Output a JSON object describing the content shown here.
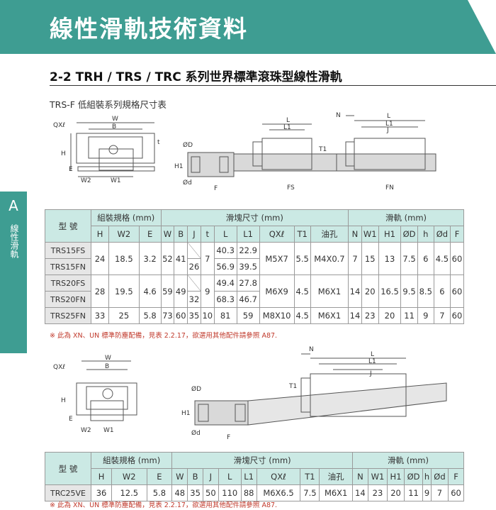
{
  "banner": {
    "title": "線性滑軌技術資料"
  },
  "section": {
    "title": "2-2 TRH / TRS / TRC 系列世界標準滾珠型線性滑軌"
  },
  "subsection": {
    "title": "TRS-F 低組裝系列規格尺寸表"
  },
  "side_tab": {
    "letter": "A",
    "text": "線性滑軌"
  },
  "drawing1": {
    "labels": {
      "qxl": "QXℓ",
      "w": "W",
      "b": "B",
      "t": "t",
      "h": "H",
      "e": "E",
      "w2": "W2",
      "w1": "W1",
      "od": "ØD",
      "h1": "H1",
      "odsmall": "Ød",
      "f": "F",
      "n": "N",
      "l": "L",
      "l1": "L1",
      "j": "J",
      "t1": "T1",
      "fs": "FS",
      "fn": "FN"
    }
  },
  "table1": {
    "group_headers": {
      "model": "型 號",
      "assembly": "組裝規格 (mm)",
      "block": "滑塊尺寸 (mm)",
      "rail": "滑軌 (mm)"
    },
    "col_headers": [
      "H",
      "W2",
      "E",
      "W",
      "B",
      "J",
      "t",
      "L",
      "L1",
      "QXℓ",
      "T1",
      "油孔",
      "N",
      "W1",
      "H1",
      "ØD",
      "h",
      "Ød",
      "F"
    ],
    "rows": [
      {
        "models": [
          "TRS15FS",
          "TRS15FN"
        ],
        "H": "24",
        "W2": "18.5",
        "E": "3.2",
        "W": "52",
        "B": "41",
        "J": "26",
        "t": "7",
        "L": [
          "40.3",
          "56.9"
        ],
        "L1": [
          "22.9",
          "39.5"
        ],
        "QXl": "M5X7",
        "T1": "5.5",
        "oil": "M4X0.7",
        "N": "7",
        "W1": "15",
        "H1": "13",
        "OD": "7.5",
        "h": "6",
        "Od": "4.5",
        "F": "60"
      },
      {
        "models": [
          "TRS20FS",
          "TRS20FN"
        ],
        "H": "28",
        "W2": "19.5",
        "E": "4.6",
        "W": "59",
        "B": "49",
        "J": "32",
        "t": "9",
        "L": [
          "49.4",
          "68.3"
        ],
        "L1": [
          "27.8",
          "46.7"
        ],
        "QXl": "M6X9",
        "T1": "4.5",
        "oil": "M6X1",
        "N": "14",
        "W1": "20",
        "H1": "16.5",
        "OD": "9.5",
        "h": "8.5",
        "Od": "6",
        "F": "60"
      },
      {
        "model": "TRS25FN",
        "H": "33",
        "W2": "25",
        "E": "5.8",
        "W": "73",
        "B": "60",
        "J": "35",
        "t": "10",
        "L": "81",
        "L1": "59",
        "QXl": "M8X10",
        "T1": "4.5",
        "oil": "M6X1",
        "N": "14",
        "W1": "23",
        "H1": "20",
        "OD": "11",
        "h": "9",
        "Od": "7",
        "F": "60"
      }
    ]
  },
  "note1": "※ 此為 XN、UN 標準防塵配備，見表 2.2.17，欲選用其他配件請參照 A87.",
  "table2": {
    "group_headers": {
      "model": "型 號",
      "assembly": "組裝規格 (mm)",
      "block": "滑塊尺寸 (mm)",
      "rail": "滑軌 (mm)"
    },
    "col_headers": [
      "H",
      "W2",
      "E",
      "W",
      "B",
      "J",
      "L",
      "L1",
      "QXℓ",
      "T1",
      "油孔",
      "N",
      "W1",
      "H1",
      "ØD",
      "h",
      "Ød",
      "F"
    ],
    "row": {
      "model": "TRC25VE",
      "H": "36",
      "W2": "12.5",
      "E": "5.8",
      "W": "48",
      "B": "35",
      "J": "50",
      "L": "110",
      "L1": "88",
      "QXl": "M6X6.5",
      "T1": "7.5",
      "oil": "M6X1",
      "N": "14",
      "W1": "23",
      "H1": "20",
      "OD": "11",
      "h": "9",
      "Od": "7",
      "F": "60"
    }
  },
  "note2": "※ 此為 XN、UN 標準防塵配備，見表 2.2.17，欲選用其他配件請參照 A87."
}
